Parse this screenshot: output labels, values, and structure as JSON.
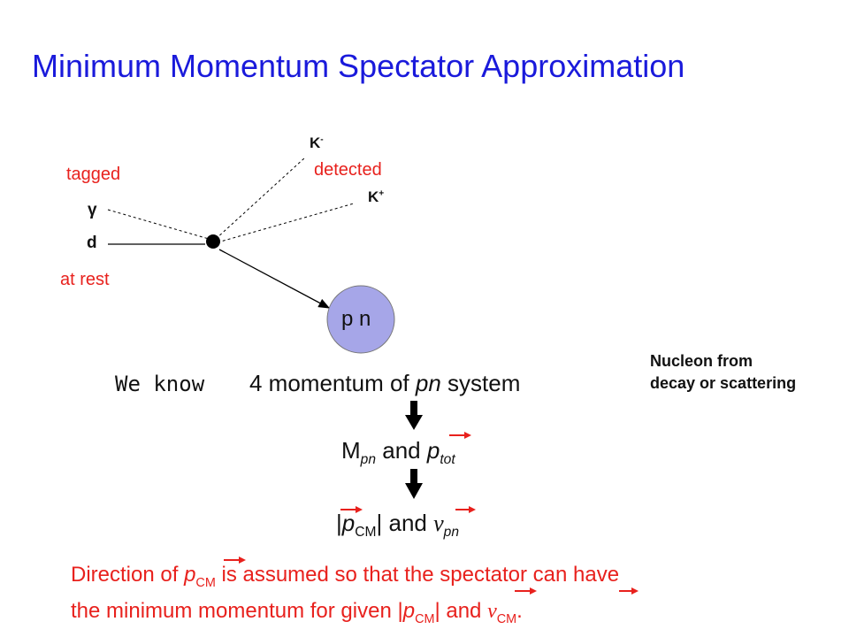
{
  "title": "Minimum Momentum Spectator Approximation",
  "labels": {
    "tagged": "tagged",
    "gamma": "γ",
    "d": "d",
    "at_rest": "at rest",
    "k_minus": "K",
    "k_minus_sup": "-",
    "k_plus": "K",
    "k_plus_sup": "+",
    "detected": "detected",
    "pn_circle": "p n"
  },
  "we_know": "We know",
  "four_momentum": {
    "pre": "4 momentum of ",
    "pn": "pn",
    "post": " system"
  },
  "line2": {
    "M": "M",
    "M_sub": "pn",
    "and": " and ",
    "p": "p",
    "p_sub": "tot"
  },
  "line3": {
    "bar1": "|",
    "p": "p",
    "p_sub": "CM",
    "bar2": "|",
    "and": " and ",
    "v": "v",
    "v_sub": "pn"
  },
  "note": {
    "line1": "Nucleon from",
    "line2": "decay or scattering"
  },
  "bottom": {
    "l1_pre": "Direction of ",
    "l1_p": "p",
    "l1_sub": "CM",
    "l1_post": " is assumed so that the spectator can have",
    "l2_pre": "the minimum momentum for given |",
    "l2_p": "p",
    "l2_sub": "CM",
    "l2_mid": "| and ",
    "l2_v": "v",
    "l2_vsub": "CM",
    "l2_end": "."
  },
  "colors": {
    "title": "#1a1adb",
    "red": "#e8211d",
    "circle_fill": "#a6a6e8",
    "arrow": "#000000"
  }
}
